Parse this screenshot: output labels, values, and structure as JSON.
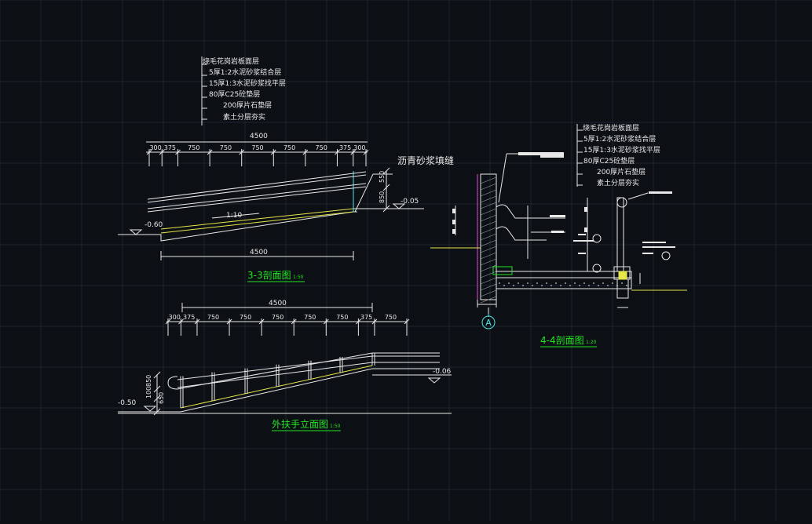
{
  "section33": {
    "layers": [
      "烧毛花岗岩板面层",
      "5厚1:2水泥砂浆结合层",
      "15厚1:3水泥砂浆找平层",
      "80厚C25砼垫层",
      "200厚片石垫层",
      "素土分层夯实"
    ],
    "total_top": "4500",
    "dims_top": [
      "300",
      "375",
      "750",
      "750",
      "750",
      "750",
      "750",
      "375",
      "300"
    ],
    "total_bottom": "4500",
    "slope": "1:10",
    "level_left": "-0.60",
    "level_right": "-0.05",
    "dim_550": "550",
    "dim_850": "850",
    "joint_label": "沥青砂浆填缝",
    "title": "3-3剖面图",
    "scale": "1:50"
  },
  "section44": {
    "layers": [
      "烧毛花岗岩板面层",
      "5厚1:2水泥砂浆结合层",
      "15厚1:3水泥砂浆找平层",
      "80厚C25砼垫层",
      "200厚片石垫层",
      "素土分层夯实"
    ],
    "axis": "A",
    "title": "4-4剖面图",
    "scale": "1:20"
  },
  "elevation": {
    "total": "4500",
    "dims": [
      "300",
      "375",
      "750",
      "750",
      "750",
      "750",
      "750",
      "375",
      "750"
    ],
    "level_left": "-0.50",
    "level_right": "-0.06",
    "v_dims": [
      "850",
      "100",
      "650"
    ],
    "title": "外扶手立面图",
    "scale": "1:50"
  },
  "colors": {
    "background": "#0c0f14",
    "grid": "#1e2530",
    "line": "#e8e8e8",
    "title": "#22e622",
    "slope_yellow": "#e6e64a",
    "magenta": "#e64ae6",
    "cyan": "#4ae6e6"
  }
}
